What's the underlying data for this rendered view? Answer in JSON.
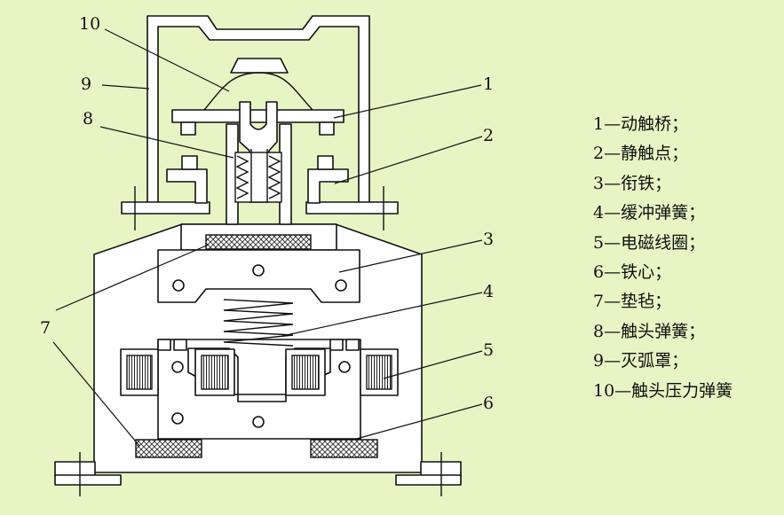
{
  "callouts": [
    "1",
    "2",
    "3",
    "4",
    "5",
    "6",
    "7",
    "8",
    "9",
    "10"
  ],
  "legend": [
    "1—动触桥；",
    "2—静触点；",
    "3—衔铁；",
    "4—缓冲弹簧；",
    "5—电磁线圈；",
    "6—铁心；",
    "7—垫毡；",
    "8—触头弹簧；",
    "9—灭弧罩；",
    "10—触头压力弹簧"
  ],
  "colors": {
    "background": "#e6f5c3",
    "line": "#111111",
    "fill": "#ffffff"
  }
}
